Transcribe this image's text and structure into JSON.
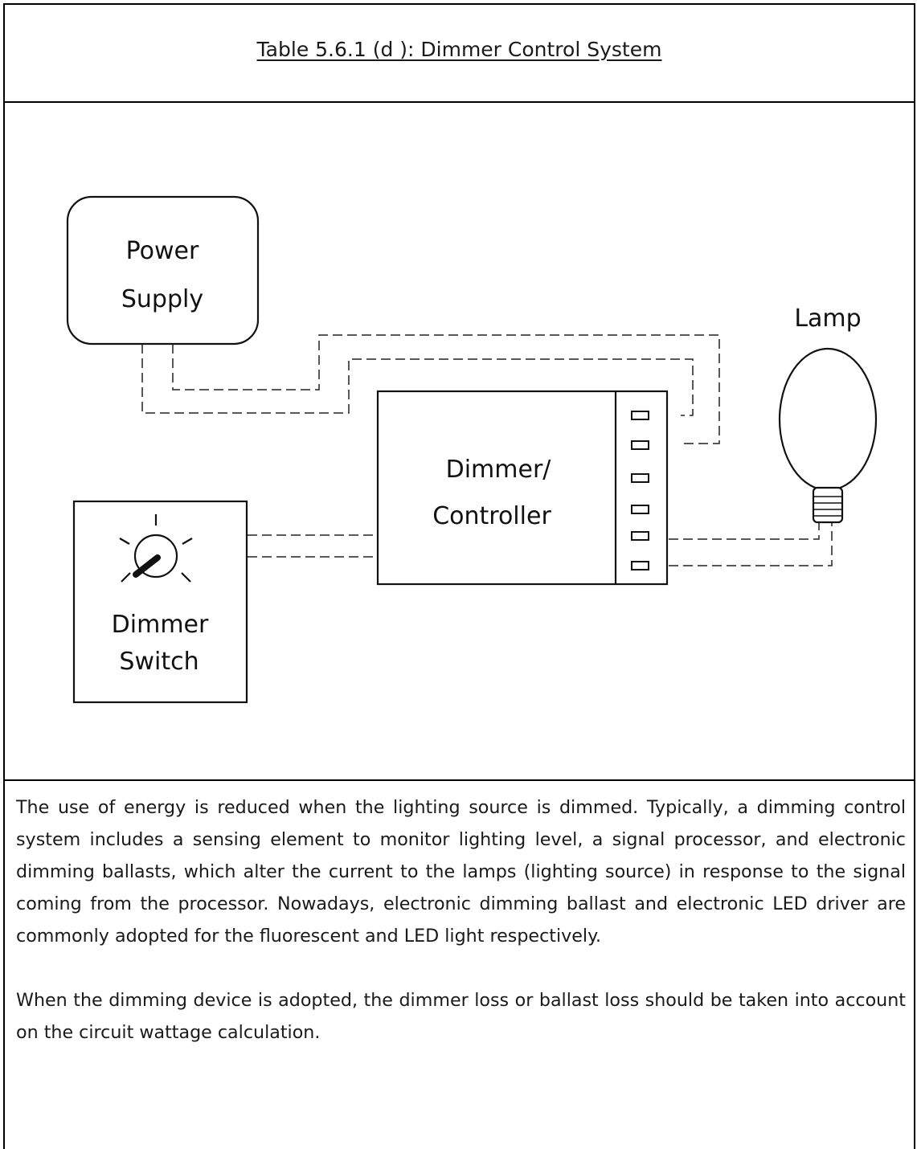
{
  "title": "Table 5.6.1 (d ): Dimmer Control System",
  "diagram": {
    "power_supply": {
      "line1": "Power",
      "line2": "Supply"
    },
    "dimmer_controller": {
      "line1": "Dimmer/",
      "line2": "Controller"
    },
    "dimmer_switch": {
      "line1": "Dimmer",
      "line2": "Switch"
    },
    "lamp": {
      "label": "Lamp"
    },
    "icons": [
      "knob-icon",
      "bulb-icon"
    ]
  },
  "description": {
    "paragraph1": "The use of energy is reduced when the lighting source is dimmed. Typically, a dimming control system includes a sensing element to monitor lighting level, a signal processor, and electronic dimming ballasts, which alter the current to the lamps (lighting source) in response to the signal coming from the processor. Nowadays, electronic dimming ballast and electronic LED driver are commonly adopted for the fluorescent and LED light respectively.",
    "paragraph2": "When the dimming device is adopted, the dimmer loss or ballast loss should be taken into account on the circuit wattage calculation."
  }
}
